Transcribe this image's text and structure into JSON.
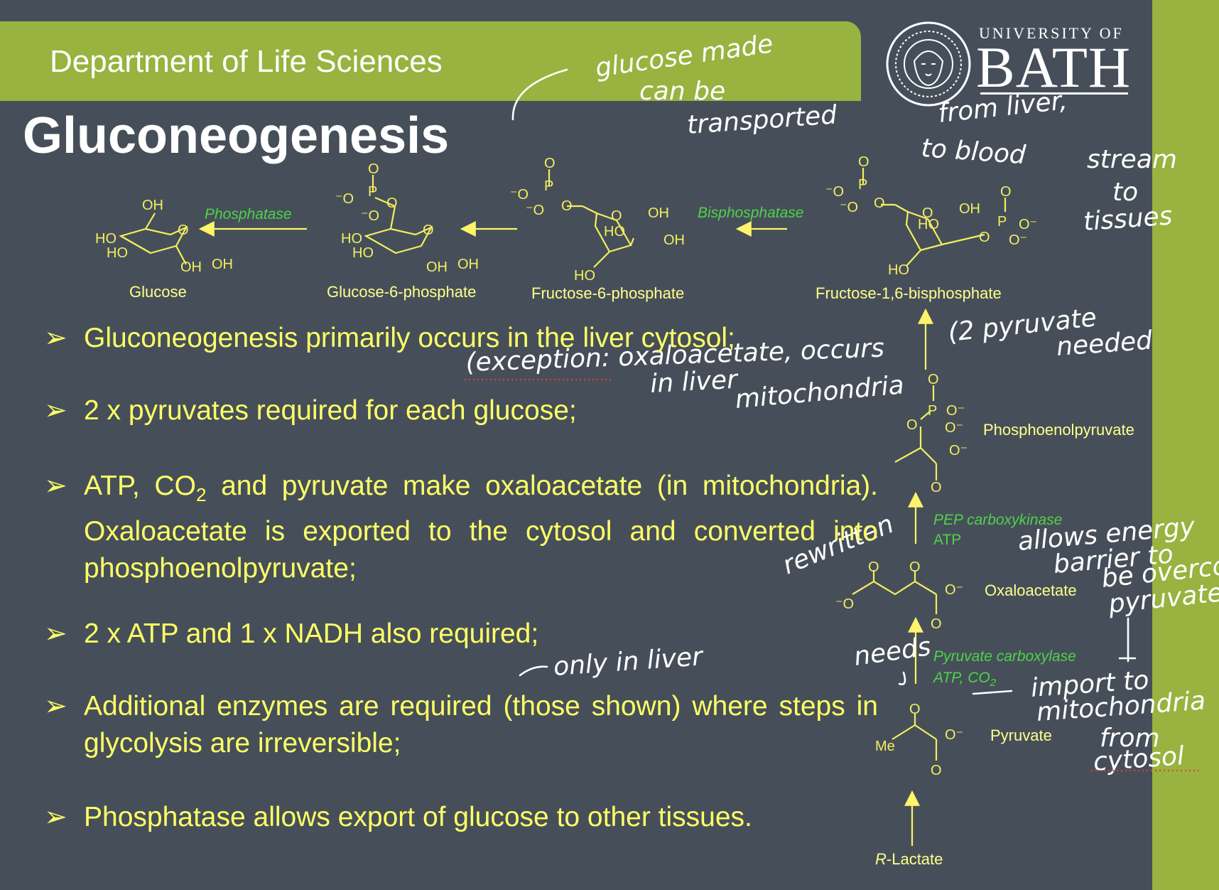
{
  "header": {
    "department": "Department of Life Sciences"
  },
  "logo": {
    "line1": "UNIVERSITY OF",
    "line2": "BATH"
  },
  "slide": {
    "title": "Gluconeogenesis"
  },
  "pathway": {
    "compounds": [
      "Glucose",
      "Glucose-6-phosphate",
      "Fructose-6-phosphate",
      "Fructose-1,6-bisphosphate",
      "Phosphoenolpyruvate",
      "Oxaloacetate",
      "Pyruvate",
      "R-Lactate"
    ],
    "lactate_italic": "R",
    "lactate_rest": "-Lactate",
    "enzymes": {
      "phosphatase": "Phosphatase",
      "bisphosphatase": "Bisphosphatase",
      "pepck": "PEP carboxykinase",
      "pepck_cofactor": "ATP",
      "pc": "Pyruvate carboxylase",
      "pc_cofactor": "ATP, CO",
      "pc_cofactor_sub": "2"
    },
    "atoms": {
      "oh": "OH",
      "ho": "HO",
      "o": "O",
      "p": "P",
      "ominus": "O⁻",
      "minuso": "⁻O",
      "me": "Me"
    }
  },
  "bullets": {
    "marker": "➢",
    "b1": "Gluconeogenesis primarily occurs in the liver cytosol;",
    "b2": "2 x pyruvates required for each glucose;",
    "b3a": "ATP, CO",
    "b3sub": "2",
    "b3b": " and pyruvate make oxaloacetate (in mitochondria). Oxaloacetate is exported to the cytosol and converted into phosphoenolpyruvate;",
    "b4": "2 x ATP and 1 x NADH also required;",
    "b5": "Additional enzymes are required (those shown) where steps in glycolysis are irreversible;",
    "b6": "Phosphatase allows export of glucose to other tissues."
  },
  "notes": {
    "n1": "glucose made",
    "n2": "can be",
    "n3": "transported",
    "n4": "from liver,",
    "n5": "to blood",
    "n6": "stream",
    "n7": "to",
    "n8": "tissues",
    "n9": "(2 pyruvate",
    "n10": "needed",
    "n11": "(exception: oxaloacetate, occurs",
    "n12": "in liver",
    "n13": "mitochondria",
    "n14": "rewritten",
    "n15": "allows energy",
    "n16": "barrier to",
    "n17": "be overcome",
    "n18": "pyruvate",
    "n19": "only in liver",
    "n20": "needs",
    "n21": "import to",
    "n22": "mitochondria",
    "n23": "from",
    "n24": "cytosol"
  }
}
